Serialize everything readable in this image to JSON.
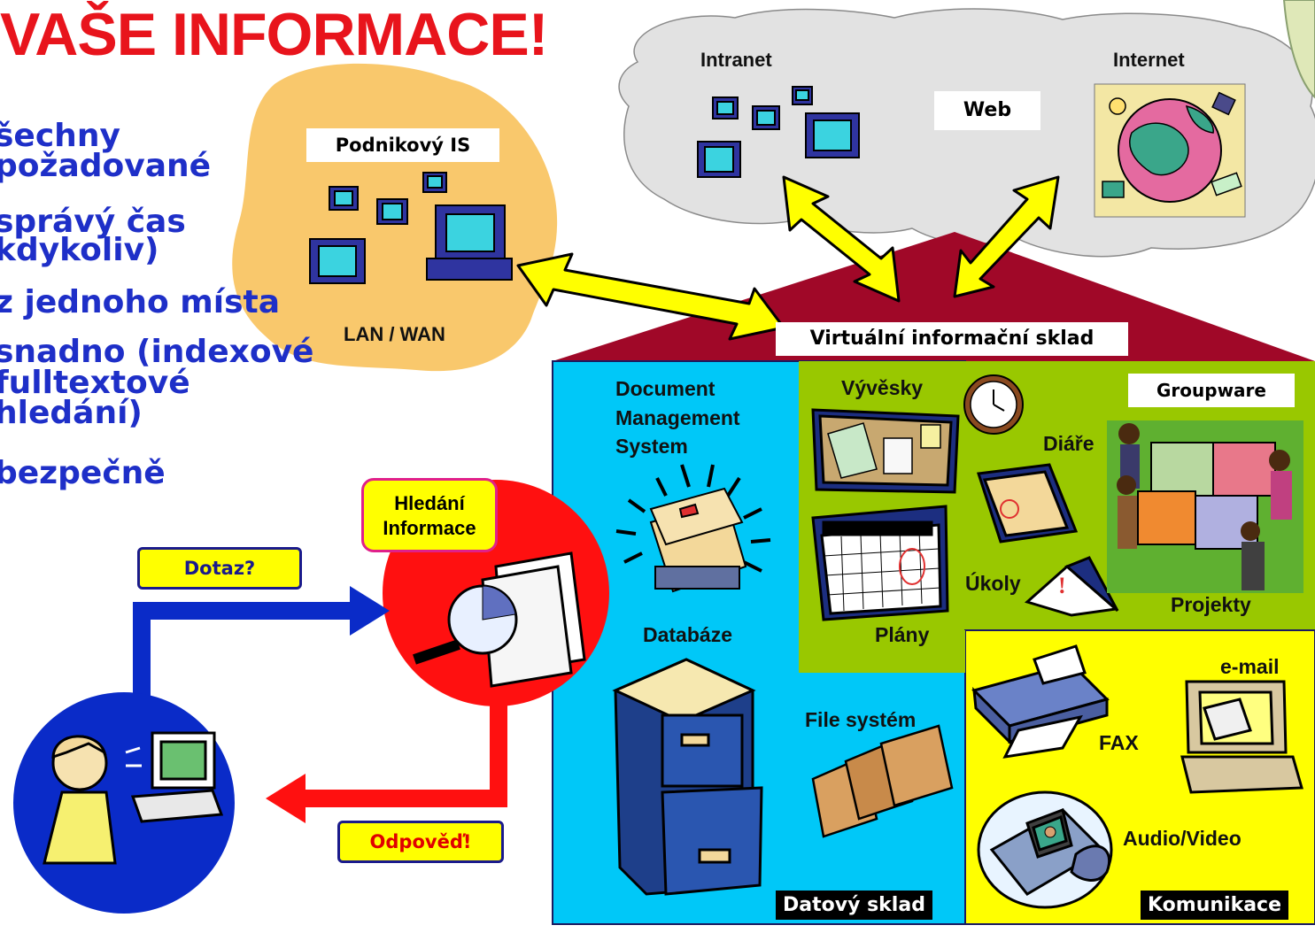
{
  "title": "VAŠE INFORMACE!",
  "bullets": [
    "šechny",
    "požadované",
    "správý čas",
    "kdykoliv)",
    "z jednoho místa",
    "snadno (indexové",
    "fulltextové",
    "hledání)",
    "bezpečně"
  ],
  "corporate": {
    "title": "Podnikový IS",
    "network": "LAN / WAN"
  },
  "cloud": {
    "intranet": "Intranet",
    "internet": "Internet",
    "web": "Web"
  },
  "warehouse": {
    "roof_label": "Virtuální informační sklad",
    "data_title": "Datový sklad",
    "groupware_title": "Groupware",
    "communication_title": "Komunikace"
  },
  "items": {
    "dms_line1": "Document",
    "dms_line2": "Management",
    "dms_line3": "System",
    "database": "Databáze",
    "filesystem": "File systém",
    "noticeboard": "Vývěsky",
    "diaries": "Diáře",
    "plans": "Plány",
    "tasks": "Úkoly",
    "projects": "Projekty",
    "email": "e-mail",
    "fax": "FAX",
    "audio_video": "Audio/Video"
  },
  "search": {
    "line1": "Hledání",
    "line2": "Informace"
  },
  "query_label": "Dotaz?",
  "answer_label": "Odpověď!",
  "colors": {
    "title_red": "#e8141c",
    "bullet_blue": "#1e2fc8",
    "roof": "#a00828",
    "data_store": "#00c8f8",
    "groupware": "#99c800",
    "communication": "#ffff00",
    "corporate_blob": "#f9c86c",
    "cloud": "#e2e2e2",
    "arrow_yellow": "#ffff00",
    "flow_blue": "#0a2bc8",
    "flow_red": "#ff1010"
  }
}
